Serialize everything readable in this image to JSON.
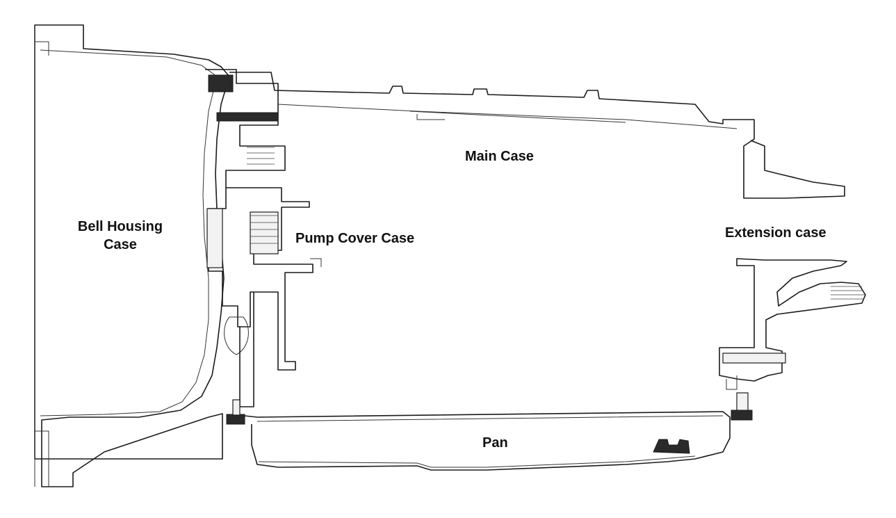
{
  "diagram": {
    "labels": {
      "bell_housing_line1": "Bell Housing",
      "bell_housing_line2": "Case",
      "main_case": "Main Case",
      "pump_cover_case": "Pump Cover Case",
      "extension_case": "Extension case",
      "pan": "Pan"
    },
    "colors": {
      "ink": "#1a1a1a",
      "paper": "#ffffff"
    }
  }
}
